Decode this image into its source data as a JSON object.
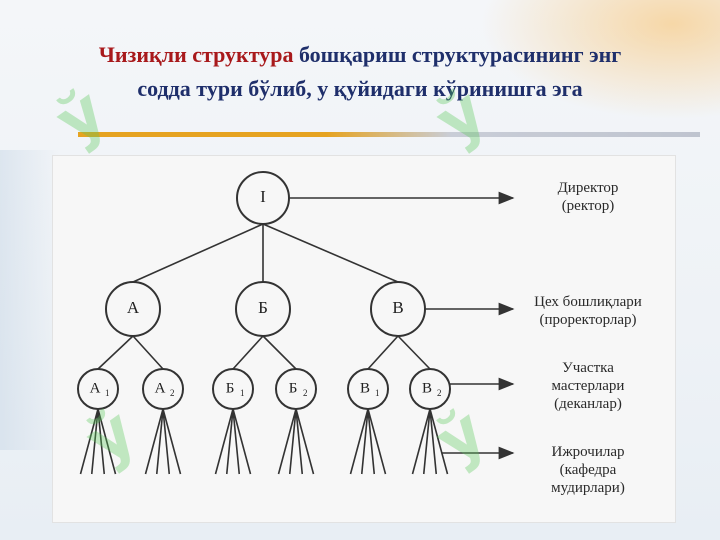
{
  "slide": {
    "title_accent": "Чизиқли структура",
    "title_rest_line1": " бошқариш структурасининг энг",
    "title_line2": "содда тури бўлиб, у қуйидаги кўринишга эга"
  },
  "diagram": {
    "root": "I",
    "level2": [
      "А",
      "Б",
      "В"
    ],
    "level3": [
      "А",
      "А",
      "Б",
      "Б",
      "В",
      "В"
    ],
    "level3_subscripts": [
      "1",
      "2",
      "1",
      "2",
      "1",
      "2"
    ],
    "level_labels": [
      [
        "Директор",
        "(ректор)"
      ],
      [
        "Цех бошлиқлари",
        "(проректорлар)"
      ],
      [
        "Участка",
        "мастерлари",
        "(деканлар)"
      ],
      [
        "Ижрочилар",
        "(кафедра",
        "мудирлари)"
      ]
    ]
  },
  "colors": {
    "title": "#1f2f6b",
    "accent": "#a8191b",
    "rule": "#e6a321",
    "watermark": "#5ac85a"
  }
}
